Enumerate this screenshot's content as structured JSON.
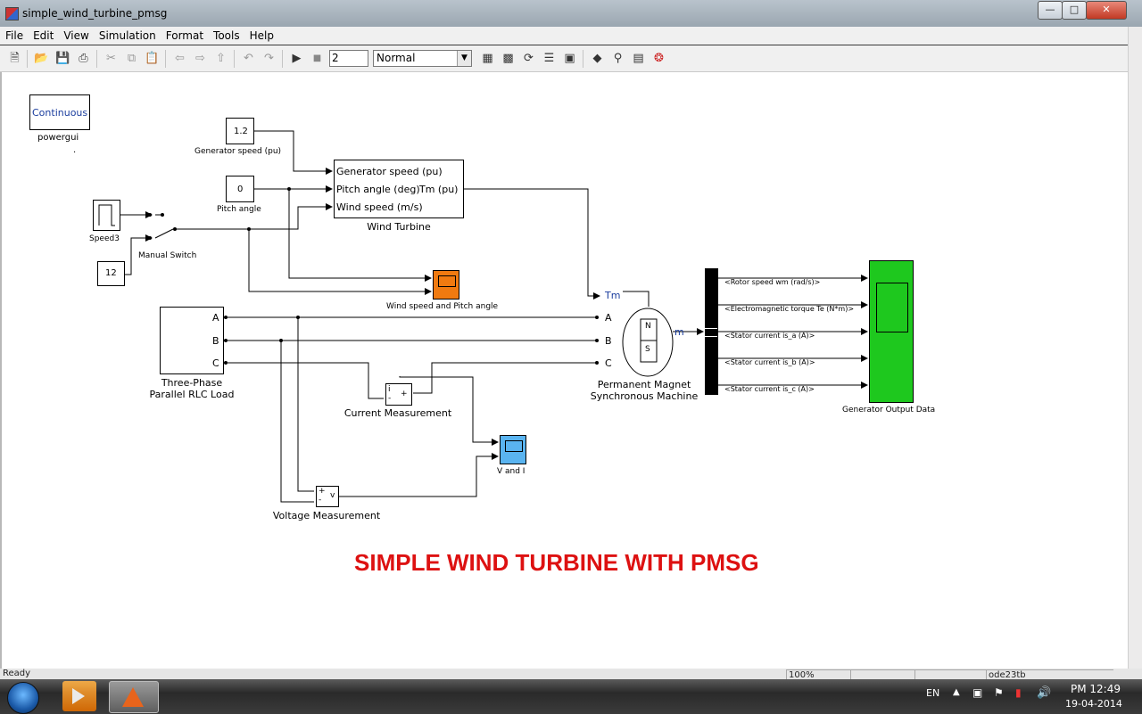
{
  "window": {
    "title": "simple_wind_turbine_pmsg"
  },
  "menu": [
    "File",
    "Edit",
    "View",
    "Simulation",
    "Format",
    "Tools",
    "Help"
  ],
  "toolbar": {
    "stop_time": "2",
    "sim_mode": "Normal"
  },
  "model": {
    "heading": "SIMPLE WIND TURBINE WITH PMSG",
    "powergui": {
      "text": "Continuous",
      "label": "powergui",
      "dot": "."
    },
    "gen_speed_const": {
      "value": "1.2",
      "label": "Generator speed (pu)"
    },
    "pitch_const": {
      "value": "0",
      "label": "Pitch angle"
    },
    "speed3": {
      "label": "Speed3"
    },
    "const12": {
      "value": "12"
    },
    "manual_switch": {
      "label": "Manual Switch"
    },
    "wind_turbine": {
      "label": "Wind Turbine",
      "inputs": [
        "Generator speed (pu)",
        "Pitch angle (deg)",
        "Wind speed (m/s)"
      ],
      "output": "Tm (pu)"
    },
    "scope_wind": {
      "label": "Wind speed and Pitch angle",
      "color": "#f07a10"
    },
    "rlc_load": {
      "label_line1": "Three-Phase",
      "label_line2": "Parallel RLC Load",
      "ports": [
        "A",
        "B",
        "C"
      ]
    },
    "pmsg": {
      "label_line1": "Permanent Magnet",
      "label_line2": "Synchronous Machine",
      "in_port": "Tm",
      "phase_ports": [
        "A",
        "B",
        "C"
      ],
      "out_port": "m",
      "pole_n": "N",
      "pole_s": "S"
    },
    "current_meas": {
      "label": "Current Measurement",
      "port_i": "i",
      "port_plus": "+",
      "port_minus": "-"
    },
    "voltage_meas": {
      "label": "Voltage Measurement",
      "port_v": "v",
      "port_plus": "+",
      "port_minus": "-"
    },
    "scope_vi": {
      "label": "V and I",
      "color": "#5ab4f0"
    },
    "bus_signals": [
      "<Rotor speed wm (rad/s)>",
      "<Electromagnetic torque Te (N*m)>",
      "<Stator current is_a (A)>",
      "<Stator current is_b (A)>",
      "<Stator current is_c (A)>"
    ],
    "gen_output": {
      "label": "Generator Output Data",
      "color": "#1ec81e"
    }
  },
  "status": {
    "text": "Ready",
    "zoom": "100%",
    "solver": "ode23tb"
  },
  "taskbar": {
    "lang": "EN",
    "time": "PM 12:49",
    "date": "19-04-2014"
  }
}
